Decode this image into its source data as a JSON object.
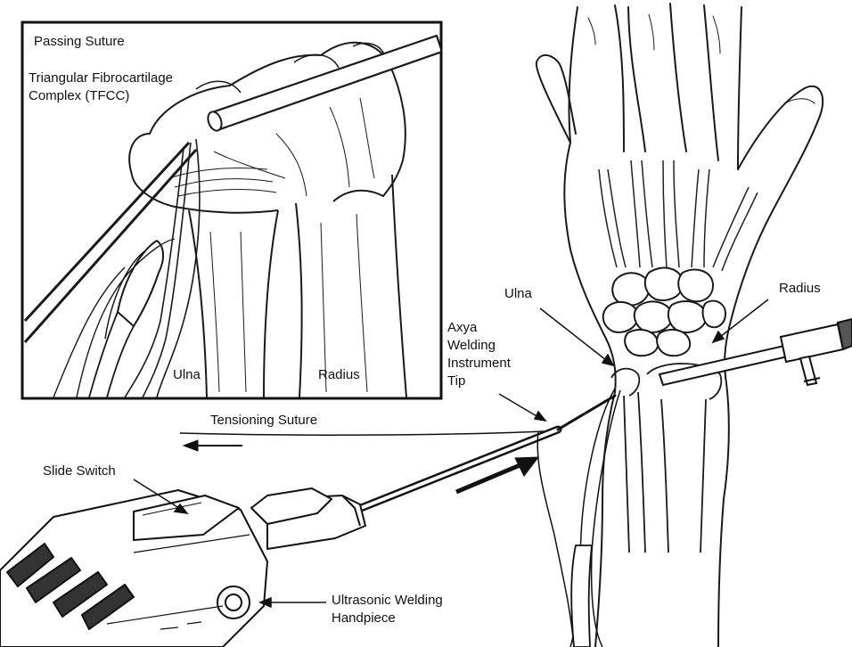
{
  "inset": {
    "title": "Passing Suture",
    "tfcc_label": [
      "Triangular Fibrocartilage",
      "Complex (TFCC)"
    ],
    "ulna_label": "Ulna",
    "radius_label": "Radius"
  },
  "main": {
    "ulna_label": "Ulna",
    "radius_label": "Radius",
    "tip_label": [
      "Axya",
      "Welding",
      "Instrument",
      "Tip"
    ],
    "tensioning_label": "Tensioning Suture",
    "slide_switch_label": "Slide Switch",
    "handpiece_label": [
      "Ultrasonic Welding",
      "Handpiece"
    ]
  }
}
